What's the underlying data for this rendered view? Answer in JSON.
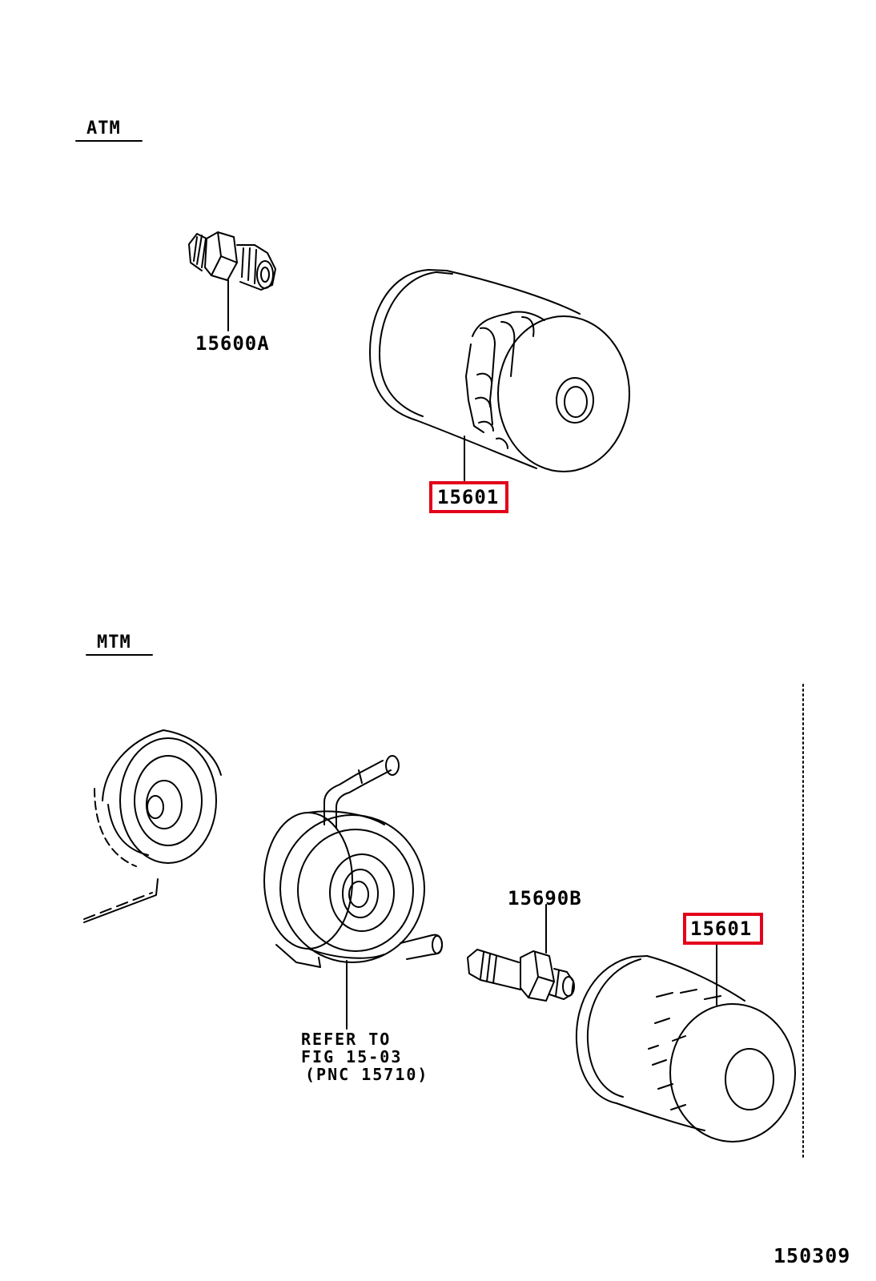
{
  "sections": {
    "atm_label": "ATM",
    "mtm_label": "MTM"
  },
  "parts": {
    "atm_union_bolt": "15600A",
    "atm_oil_filter": "15601",
    "mtm_union_bolt": "15690B",
    "mtm_oil_filter": "15601"
  },
  "refer_note": {
    "line1": "REFER TO",
    "line2": "FIG 15-03",
    "line3": "(PNC 15710)"
  },
  "illustration_code": "150309",
  "colors": {
    "highlight": "#e3001b",
    "line": "#000000",
    "background": "#ffffff"
  }
}
